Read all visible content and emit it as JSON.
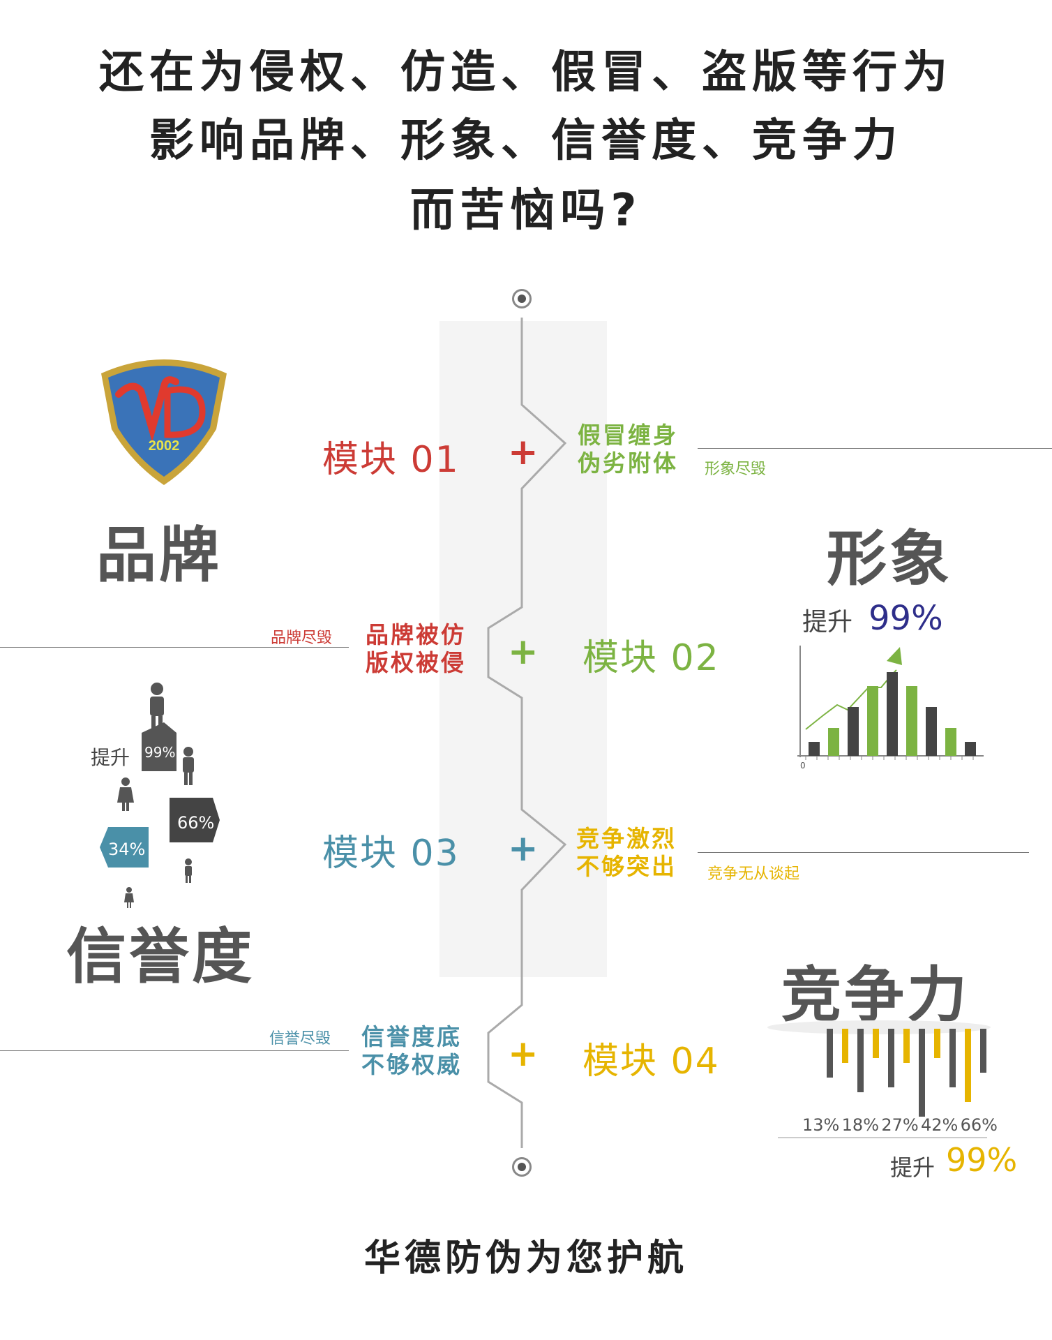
{
  "headline": {
    "line1": "还在为侵权、仿造、假冒、盗版等行为",
    "line2": "影响品牌、形象、信誉度、竞争力",
    "line3": "而苦恼吗?"
  },
  "badge": {
    "year": "2002"
  },
  "sections": {
    "brand": {
      "title": "品牌"
    },
    "image": {
      "title": "形象"
    },
    "reputation": {
      "title": "信誉度"
    },
    "competitiveness": {
      "title": "竞争力"
    }
  },
  "modules": [
    {
      "label": "模块 01",
      "color": "#cc3b35",
      "phrase_line1": "假冒缠身",
      "phrase_line2": "伪劣附体",
      "note": "形象尽毁",
      "phrase_color": "#7cb342"
    },
    {
      "label": "模块 02",
      "color": "#7cb342",
      "phrase_line1": "品牌被仿",
      "phrase_line2": "版权被侵",
      "note": "品牌尽毁",
      "phrase_color": "#cc3b35"
    },
    {
      "label": "模块 03",
      "color": "#4a90a8",
      "phrase_line1": "竞争激烈",
      "phrase_line2": "不够突出",
      "note": "竞争无从谈起",
      "phrase_color": "#e6b400"
    },
    {
      "label": "模块 04",
      "color": "#e6b400",
      "phrase_line1": "信誉度底",
      "phrase_line2": "不够权威",
      "note": "信誉尽毁",
      "phrase_color": "#4a90a8"
    }
  ],
  "image_chart": {
    "label_prefix": "提升",
    "label_value": "99%",
    "axis_origin": "0",
    "bars": [
      1,
      2,
      3.5,
      5,
      6,
      5,
      3.5,
      2,
      1
    ],
    "bar_colors": [
      "#444444",
      "#7cb342",
      "#444444",
      "#7cb342",
      "#444444",
      "#7cb342",
      "#444444",
      "#7cb342",
      "#444444"
    ]
  },
  "reputation_chart": {
    "label_prefix": "提升",
    "top_value": "99%",
    "right_value": "66%",
    "left_value": "34%"
  },
  "competition_chart": {
    "labels": [
      "13%",
      "18%",
      "27%",
      "42%",
      "66%"
    ],
    "label_prefix": "提升",
    "label_value": "99%",
    "bar_lengths": [
      0.5,
      0.35,
      0.65,
      0.3,
      0.6,
      0.35,
      0.9,
      0.3,
      0.6,
      0.75,
      0.45
    ]
  },
  "footer": {
    "text": "华德防伪为您护航"
  }
}
